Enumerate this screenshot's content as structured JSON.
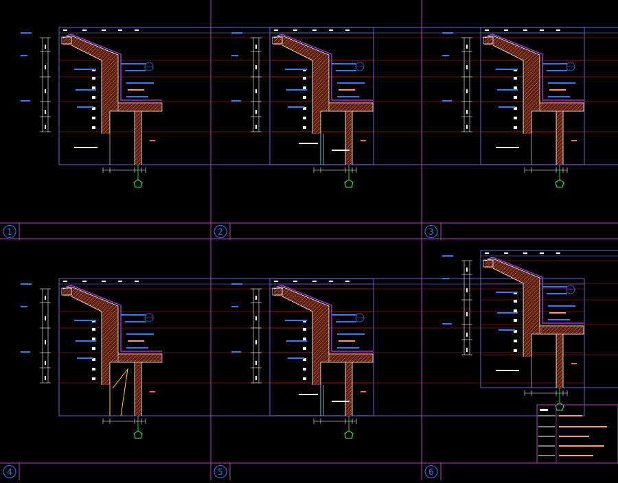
{
  "colors": {
    "background": "#000000",
    "frame": "#c040c0",
    "frame_line": "#8080ff",
    "red_line": "#d02020",
    "wall_fill": "#6a2a1a",
    "wall_hatch": "#d06040",
    "outline": "#ffffff",
    "text_blue": "#2f7cff",
    "text_white": "#ffffff",
    "text_red": "#ff6060",
    "text_orange": "#ff9a70",
    "marker_green": "#30ff60",
    "yellow": "#ffd040",
    "cyan": "#40e0ff"
  },
  "panels": [
    {
      "id": 1,
      "label": "1",
      "variant": "normal"
    },
    {
      "id": 2,
      "label": "2",
      "variant": "gutter"
    },
    {
      "id": 3,
      "label": "3",
      "variant": "normal"
    },
    {
      "id": 4,
      "label": "4",
      "variant": "yellow"
    },
    {
      "id": 5,
      "label": "5",
      "variant": "gutter"
    },
    {
      "id": 6,
      "label": "6",
      "variant": "shifted"
    }
  ]
}
